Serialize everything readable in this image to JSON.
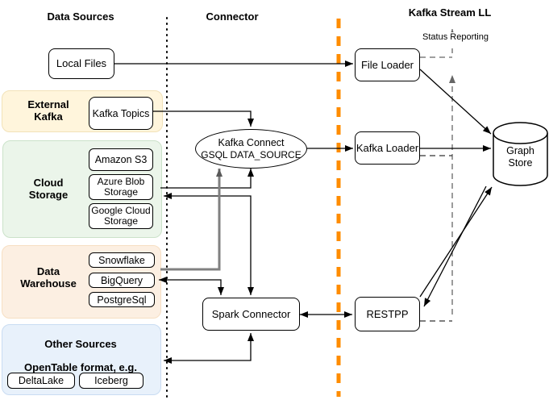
{
  "headers": {
    "left": "Data Sources",
    "middle": "Connector",
    "right": "Kafka Stream LL"
  },
  "labels": {
    "status_reporting": "Status Reporting"
  },
  "groups": {
    "external_kafka": "External\nKafka",
    "cloud_storage": "Cloud\nStorage",
    "data_warehouse": "Data\nWarehouse",
    "other_sources": "Other Sources",
    "opentable_note": "OpenTable format, e.g."
  },
  "nodes": {
    "local_files": "Local Files",
    "kafka_topics": "Kafka Topics",
    "amazon_s3": "Amazon S3",
    "azure_blob_storage": "Azure Blob Storage",
    "google_cloud_storage": "Google Cloud Storage",
    "snowflake": "Snowflake",
    "bigquery": "BigQuery",
    "postgresql": "PostgreSql",
    "deltalake": "DeltaLake",
    "iceberg": "Iceberg",
    "kafka_connect_title": "Kafka Connect",
    "kafka_connect_subtitle": "GSQL DATA_SOURCE",
    "spark_connector": "Spark Connector",
    "file_loader": "File Loader",
    "kafka_loader": "Kafka Loader",
    "restpp": "RESTPP",
    "graph_store": "Graph\nStore"
  },
  "colors": {
    "external_kafka_bg": "#FFF5DC",
    "cloud_storage_bg": "#EBF5EA",
    "data_warehouse_bg": "#FCEFE2",
    "other_sources_bg": "#E8F1FB",
    "separator_dotted": "#000000",
    "separator_orange": "#FF8C00",
    "status_dashed": "#666666",
    "bulk_line_gray": "#808080"
  }
}
